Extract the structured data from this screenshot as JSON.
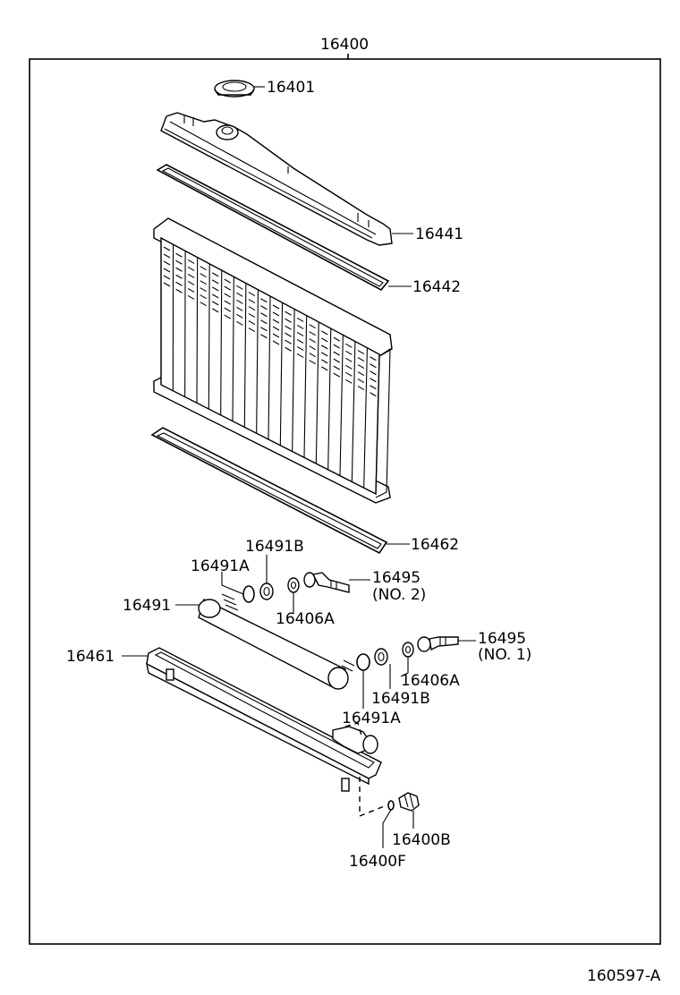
{
  "assembly_label": "16400",
  "parts": {
    "cap": "16401",
    "upper_tank": "16441",
    "upper_gasket": "16442",
    "lower_gasket": "16462",
    "lower_tank": "16461",
    "oil_cooler": "16491",
    "ring_a_upper": "16491A",
    "ring_b_upper": "16491B",
    "pipe_no2": "16495",
    "pipe_no2_note": "(NO. 2)",
    "washer_upper": "16406A",
    "pipe_no1": "16495",
    "pipe_no1_note": "(NO. 1)",
    "washer_lower": "16406A",
    "ring_b_lower": "16491B",
    "ring_a_lower": "16491A",
    "drain_plug": "16400B",
    "drain_oring": "16400F"
  },
  "figure_code": "160597-A"
}
